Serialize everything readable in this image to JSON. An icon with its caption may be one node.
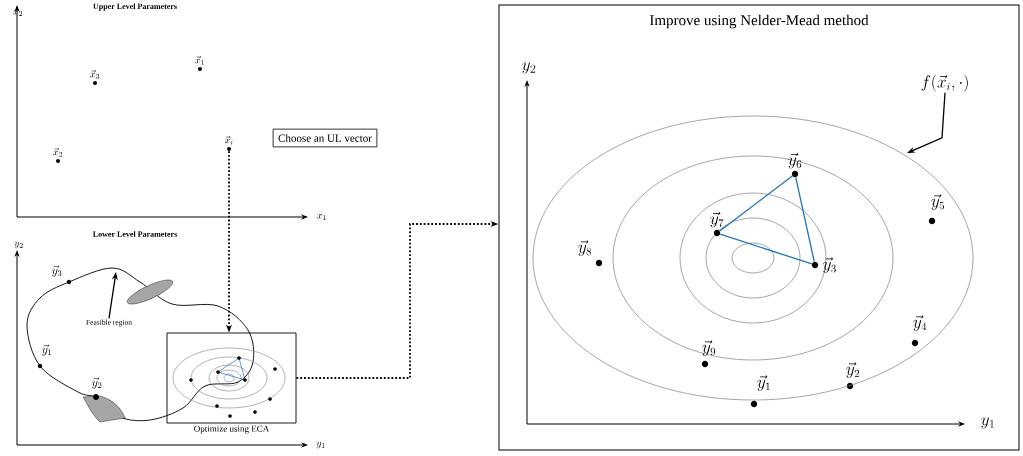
{
  "diagram": {
    "nodes": [
      {
        "text": [
          "\\vec{x}_1"
        ]
      },
      {
        "text": [
          "\\vec{x}_3"
        ]
      },
      {
        "text": [
          "\\vec{x}_2"
        ]
      },
      {
        "text": [
          "\\vec{x}_i"
        ]
      },
      {
        "text": [
          "Choose an UL vector"
        ]
      },
      {
        "text": [
          "Optimize using ECA"
        ]
      },
      {
        "text": [
          "Feasible region"
        ]
      },
      {
        "text": [
          "Improve using Nelder-Mead method"
        ]
      },
      {
        "text": [
          "\\vec{y}_6"
        ],
        "in": 7
      },
      {
        "text": [
          "\\vec{y}_7"
        ],
        "in": 7
      },
      {
        "text": [
          "\\vec{y}_3"
        ],
        "in": 7
      },
      {
        "text": [
          "f(\\vec{x}_i,\\cdot)"
        ],
        "in": 7
      }
    ],
    "edges": [
      {
        "from": 3,
        "to": 5,
        "arrow": "to",
        "style": "dashed"
      },
      {
        "from": 5,
        "to": 7,
        "arrow": "to",
        "style": "dashed"
      },
      {
        "from": 9,
        "to": 8,
        "arrow": "none",
        "color": "#1f73bd"
      },
      {
        "from": 8,
        "to": 10,
        "arrow": "none",
        "color": "#1f73bd"
      },
      {
        "from": 10,
        "to": 9,
        "arrow": "none",
        "color": "#1f73bd"
      },
      {
        "from": 11,
        "to": null,
        "arrow": "to"
      },
      {
        "from": 6,
        "to": null,
        "arrow": "to"
      }
    ],
    "labels": [
      "Upper Level Parameters",
      "x_2",
      "x_1",
      "Lower Level Parameters",
      "y_2",
      "\\vec{y}_3",
      "\\vec{y}_1",
      "\\vec{y}_2",
      "y_1",
      "y_2",
      "\\vec{y}_5",
      "\\vec{y}_8",
      "\\vec{y}_4",
      "\\vec{y}_9",
      "\\vec{y}_2",
      "\\vec{y}_1",
      "y_1"
    ]
  }
}
